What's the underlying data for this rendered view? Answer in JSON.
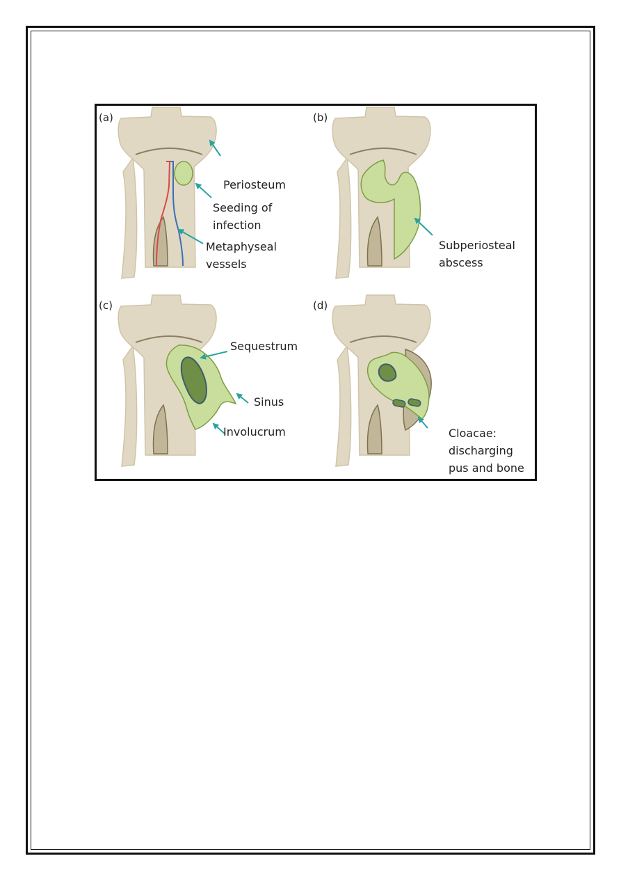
{
  "figure": {
    "panels": [
      {
        "id": "a",
        "tag": "(a)",
        "labels": {
          "periosteum": "Periosteum",
          "seeding_1": "Seeding of",
          "seeding_2": "infection",
          "vessels_1": "Metaphyseal",
          "vessels_2": "vessels"
        }
      },
      {
        "id": "b",
        "tag": "(b)",
        "labels": {
          "abscess_1": "Subperiosteal",
          "abscess_2": "abscess"
        }
      },
      {
        "id": "c",
        "tag": "(c)",
        "labels": {
          "sequestrum": "Sequestrum",
          "sinus": "Sinus",
          "involucrum": "Involucrum"
        }
      },
      {
        "id": "d",
        "tag": "(d)",
        "labels": {
          "cloacae_1": "Cloacae:",
          "cloacae_2": "discharging",
          "cloacae_3": "pus and bone"
        }
      }
    ],
    "colors": {
      "bone": "#e1d8c3",
      "bone_stroke": "#cfc4a9",
      "bone_line": "#8a7f62",
      "dark_bone": "#c2b698",
      "dark_bone_stroke": "#7c7150",
      "pus": "#c9de9d",
      "pus_stroke": "#7e9d45",
      "sequestrum": "#6e8f45",
      "sequestrum_stroke": "#3f5b6e",
      "arrow": "#2aa3a0",
      "artery": "#d84a4a",
      "vein": "#3b6fb5"
    }
  }
}
